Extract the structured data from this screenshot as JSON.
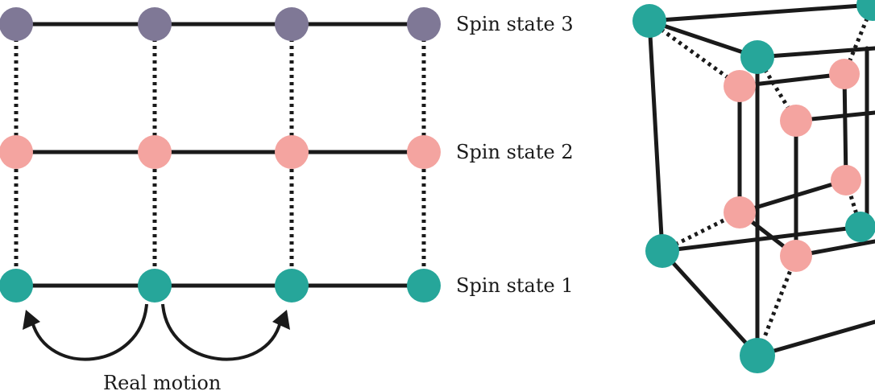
{
  "labels": {
    "spin3": "Spin state 3",
    "spin2": "Spin state 2",
    "spin1": "Spin state 1",
    "motion": "Real motion"
  },
  "colors": {
    "spin1": "#26a69a",
    "spin2": "#f4a4a0",
    "spin3": "#7f7896",
    "line": "#1a1a1a"
  },
  "lattice": {
    "columns": 4,
    "rows": [
      "spin3",
      "spin2",
      "spin1"
    ]
  }
}
